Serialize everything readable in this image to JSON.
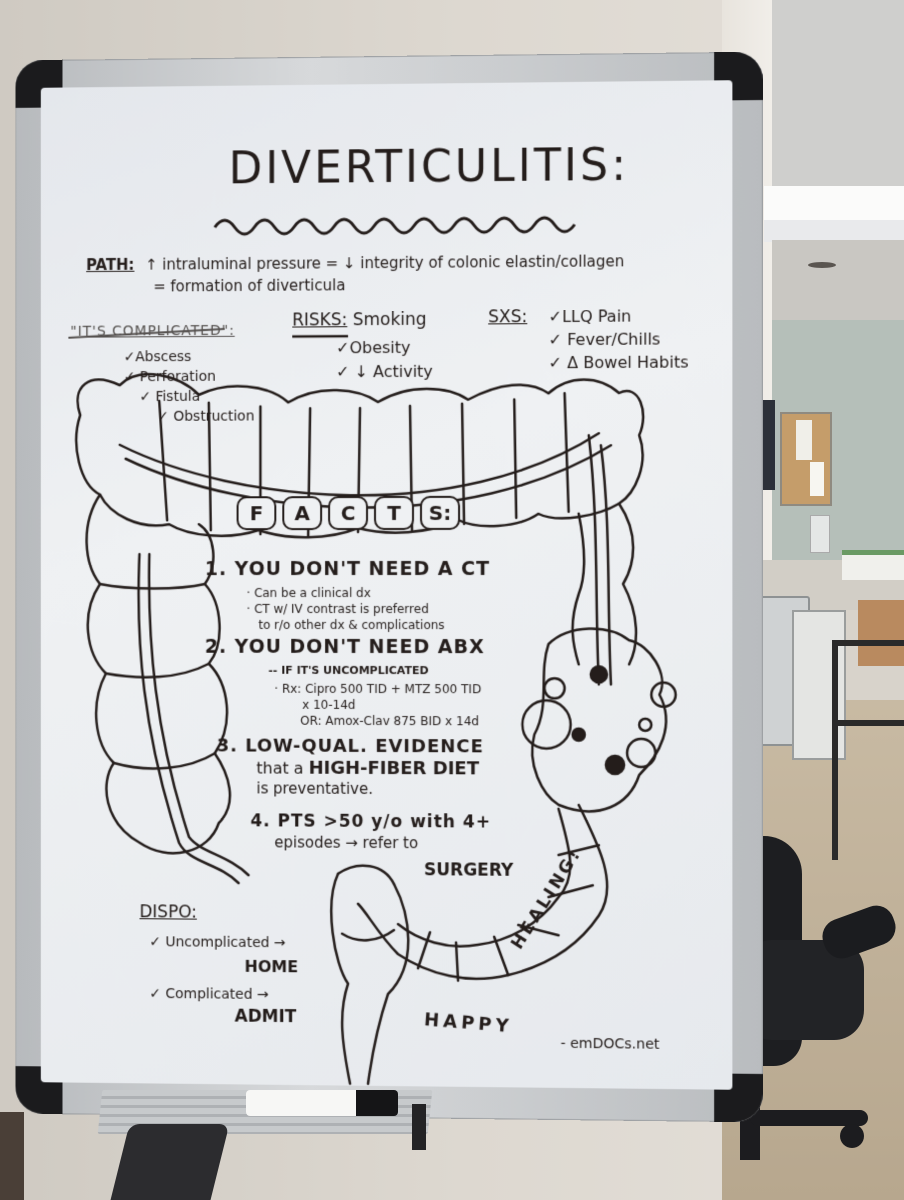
{
  "scene": {
    "description": "Photo of a hospital whiteboard teaching poster on diverticulitis",
    "colors": {
      "ink": "#241d1b",
      "board": "#eceef1",
      "frame": "#c4c7ca",
      "frame_corners": "#1b1b1d",
      "wall": "#dcd7cf",
      "back_wall": "#b5bfb9",
      "floor": "#c1b199"
    }
  },
  "board": {
    "title": "DIVERTICULITIS:",
    "path": {
      "label": "PATH:",
      "line1": "↑ intraluminal pressure = ↓ integrity of colonic elastin/collagen",
      "line2": "= formation of diverticula"
    },
    "complicated": {
      "heading": "\"IT'S COMPLICATED\":",
      "items": [
        "✓Abscess",
        "✓ Perforation",
        "✓ Fistula",
        "✓ Obstruction"
      ]
    },
    "risks": {
      "heading": "RISKS:",
      "first": "Smoking",
      "items": [
        "✓Obesity",
        "✓ ↓ Activity"
      ]
    },
    "sxs": {
      "heading": "SXS:",
      "items": [
        "✓LLQ Pain",
        "✓ Fever/Chills",
        "✓ Δ Bowel Habits"
      ]
    },
    "facts": {
      "letters": [
        "F",
        "A",
        "C",
        "T",
        "S:"
      ],
      "items": [
        {
          "heading": "1. YOU DON'T NEED A CT",
          "lines": [
            "· Can be a clinical dx",
            "· CT w/ IV contrast is preferred",
            "to r/o other dx & complications"
          ]
        },
        {
          "heading": "2. YOU DON'T NEED ABX",
          "lines": [
            "-- IF IT'S UNCOMPLICATED",
            "· Rx: Cipro 500 TID + MTZ 500 TID",
            "x 10-14d",
            "OR: Amox-Clav 875 BID x 14d"
          ]
        },
        {
          "heading": "3. LOW-QUAL. EVIDENCE",
          "lines": [
            "that a",
            "HIGH-FIBER DIET",
            "is preventative."
          ]
        },
        {
          "heading": "4. PTS >50 y/o with 4+",
          "lines": [
            "episodes → refer to",
            "SURGERY"
          ]
        }
      ]
    },
    "dispo": {
      "heading": "DISPO:",
      "items": [
        {
          "condition": "✓ Uncomplicated →",
          "outcome": "HOME"
        },
        {
          "condition": "✓ Complicated →",
          "outcome": "ADMIT"
        }
      ]
    },
    "slogan": {
      "happy": "HAPPY",
      "healing": "HEALING!"
    },
    "credit": "- emDOCs.net"
  }
}
